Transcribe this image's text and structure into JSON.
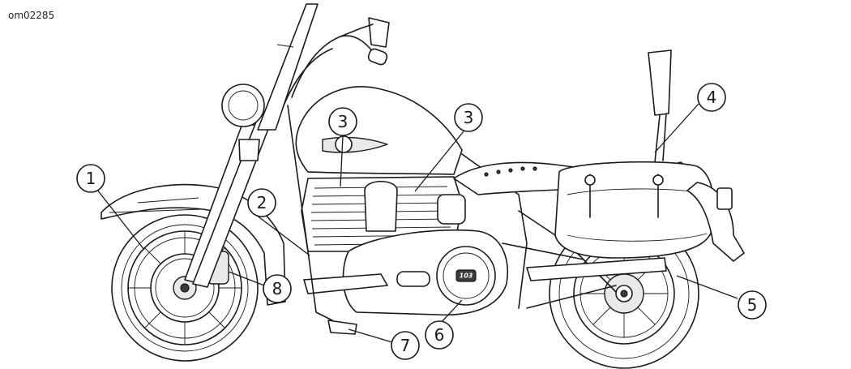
{
  "figure": {
    "id_label": "om02285",
    "engine_badge": "103"
  },
  "callouts": [
    {
      "number": "1"
    },
    {
      "number": "2"
    },
    {
      "number": "3"
    },
    {
      "number": "3"
    },
    {
      "number": "4"
    },
    {
      "number": "5"
    },
    {
      "number": "6"
    },
    {
      "number": "7"
    },
    {
      "number": "8"
    }
  ]
}
